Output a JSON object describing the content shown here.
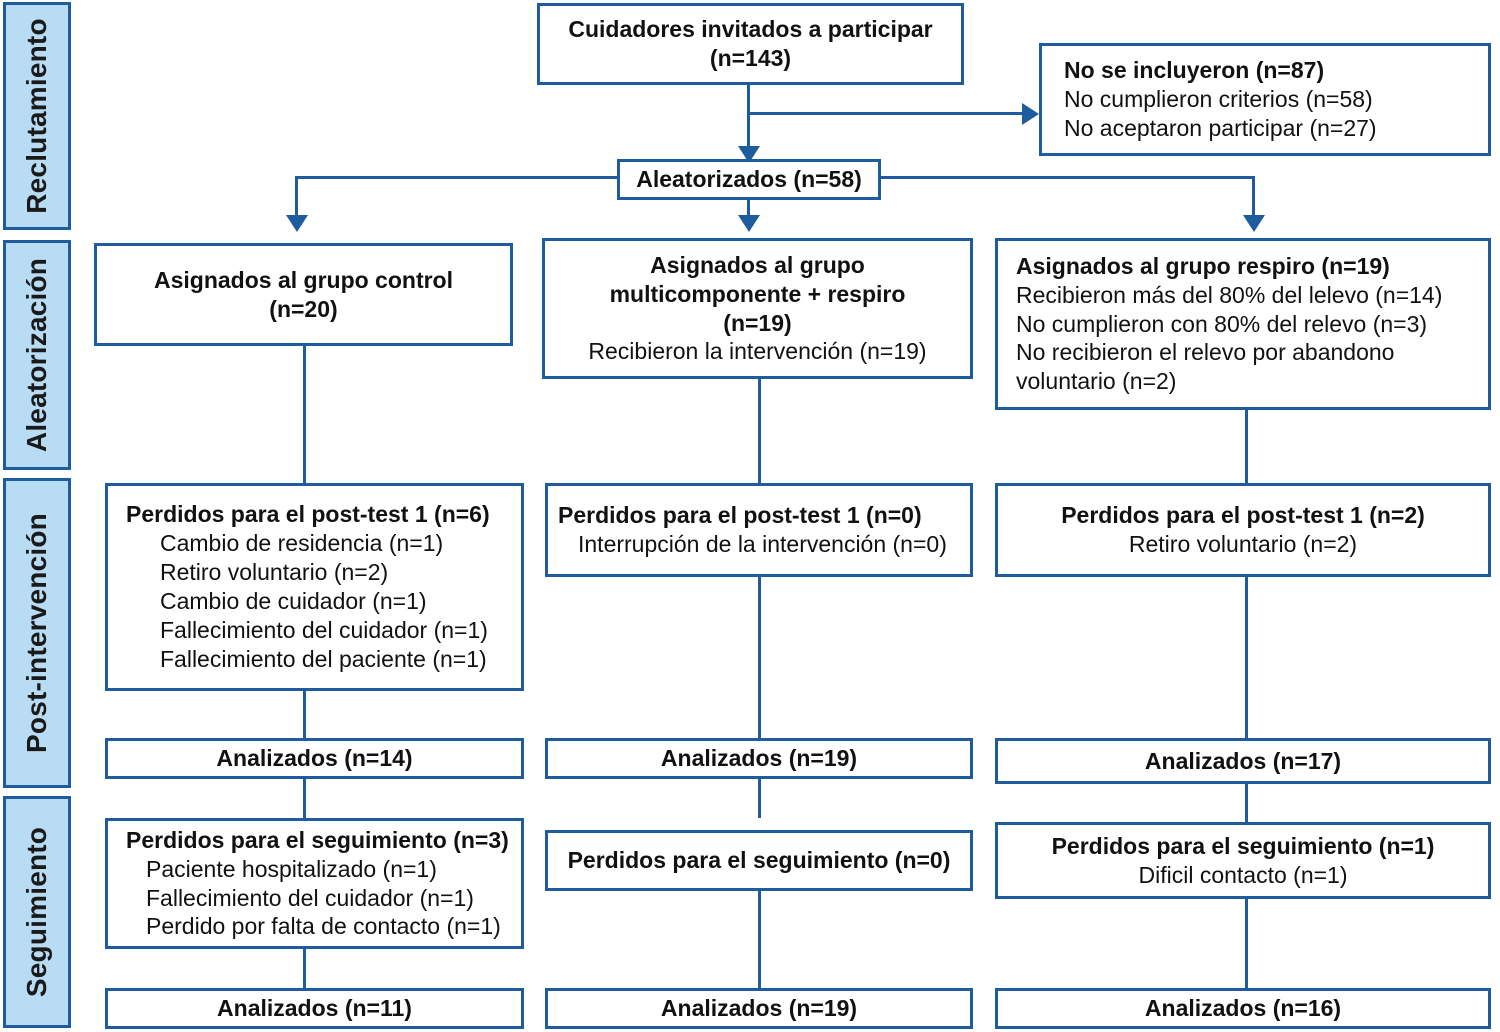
{
  "diagram": {
    "type": "consort-flow-diagram",
    "language": "es",
    "colors": {
      "border": "#1f5c9e",
      "stage_fill": "#b9dcf5",
      "text": "#111111",
      "background": "#ffffff"
    }
  },
  "stages": [
    {
      "id": "reclutamiento",
      "label": "Reclutamiento"
    },
    {
      "id": "aleatorizacion",
      "label": "Aleatorización"
    },
    {
      "id": "post_intervencion",
      "label": "Post-intervención"
    },
    {
      "id": "seguimiento",
      "label": "Seguimiento"
    }
  ],
  "boxes": {
    "invited": {
      "line1": "Cuidadores invitados a participar",
      "line2": "(n=143)"
    },
    "excluded": {
      "line1": "No se incluyeron (n=87)",
      "line2": "No cumplieron criterios (n=58)",
      "line3": "No aceptaron participar (n=27)"
    },
    "randomized": {
      "line1": "Aleatorizados (n=58)"
    },
    "alloc_control": {
      "line1": "Asignados al grupo control",
      "line2": "(n=20)"
    },
    "alloc_multi": {
      "line1": "Asignados al grupo",
      "line2": "multicomponente + respiro",
      "line3": "(n=19)",
      "line4": "Recibieron la intervención (n=19)"
    },
    "alloc_respiro": {
      "line1": "Asignados al grupo respiro (n=19)",
      "line2": "Recibieron más del 80% del lelevo  (n=14)",
      "line3": "No cumplieron con 80% del relevo (n=3)",
      "line4": "No recibieron el relevo por abandono",
      "line5": "voluntario (n=2)"
    },
    "lost_post_control": {
      "line1": "Perdidos para el post-test 1 (n=6)",
      "line2": "Cambio de residencia (n=1)",
      "line3": "Retiro voluntario (n=2)",
      "line4": "Cambio de cuidador (n=1)",
      "line5": "Fallecimiento del cuidador (n=1)",
      "line6": "Fallecimiento del paciente (n=1)"
    },
    "lost_post_multi": {
      "line1": "Perdidos para el post-test 1 (n=0)",
      "line2": "Interrupción de la intervención (n=0)"
    },
    "lost_post_respiro": {
      "line1": "Perdidos para el post-test 1 (n=2)",
      "line2": "Retiro voluntario (n=2)"
    },
    "analyzed_post_control": {
      "line1": "Analizados (n=14)"
    },
    "analyzed_post_multi": {
      "line1": "Analizados (n=19)"
    },
    "analyzed_post_respiro": {
      "line1": "Analizados (n=17)"
    },
    "lost_fu_control": {
      "line1": "Perdidos para el seguimiento (n=3)",
      "line2": "Paciente hospitalizado (n=1)",
      "line3": "Fallecimiento del cuidador (n=1)",
      "line4": "Perdido por falta de contacto (n=1)"
    },
    "lost_fu_multi": {
      "line1": "Perdidos para el seguimiento (n=0)"
    },
    "lost_fu_respiro": {
      "line1": "Perdidos para el seguimiento (n=1)",
      "line2": "Dificil contacto (n=1)"
    },
    "analyzed_fu_control": {
      "line1": "Analizados (n=11)"
    },
    "analyzed_fu_multi": {
      "line1": "Analizados (n=19)"
    },
    "analyzed_fu_respiro": {
      "line1": "Analizados (n=16)"
    }
  },
  "chart_data": {
    "type": "diagram",
    "title": "Diagrama de flujo CONSORT",
    "nodes": [
      {
        "id": "invited",
        "stage": "Reclutamiento",
        "label": "Cuidadores invitados a participar",
        "n": 143
      },
      {
        "id": "excluded",
        "stage": "Reclutamiento",
        "label": "No se incluyeron",
        "n": 87,
        "reasons": [
          {
            "label": "No cumplieron criterios",
            "n": 58
          },
          {
            "label": "No aceptaron participar",
            "n": 27
          }
        ]
      },
      {
        "id": "randomized",
        "stage": "Reclutamiento",
        "label": "Aleatorizados",
        "n": 58
      },
      {
        "id": "alloc_control",
        "stage": "Aleatorización",
        "label": "Asignados al grupo control",
        "n": 20
      },
      {
        "id": "alloc_multi",
        "stage": "Aleatorización",
        "label": "Asignados al grupo multicomponente + respiro",
        "n": 19,
        "detail": [
          {
            "label": "Recibieron la intervención",
            "n": 19
          }
        ]
      },
      {
        "id": "alloc_respiro",
        "stage": "Aleatorización",
        "label": "Asignados al grupo respiro",
        "n": 19,
        "detail": [
          {
            "label": "Recibieron más del 80% del lelevo",
            "n": 14
          },
          {
            "label": "No cumplieron con 80% del relevo",
            "n": 3
          },
          {
            "label": "No recibieron el relevo por abandono voluntario",
            "n": 2
          }
        ]
      },
      {
        "id": "lost_post_control",
        "stage": "Post-intervención",
        "label": "Perdidos para el post-test 1",
        "n": 6,
        "reasons": [
          {
            "label": "Cambio de residencia",
            "n": 1
          },
          {
            "label": "Retiro voluntario",
            "n": 2
          },
          {
            "label": "Cambio de cuidador",
            "n": 1
          },
          {
            "label": "Fallecimiento del cuidador",
            "n": 1
          },
          {
            "label": "Fallecimiento del paciente",
            "n": 1
          }
        ]
      },
      {
        "id": "lost_post_multi",
        "stage": "Post-intervención",
        "label": "Perdidos para el post-test 1",
        "n": 0,
        "reasons": [
          {
            "label": "Interrupción de la intervención",
            "n": 0
          }
        ]
      },
      {
        "id": "lost_post_respiro",
        "stage": "Post-intervención",
        "label": "Perdidos para el post-test 1",
        "n": 2,
        "reasons": [
          {
            "label": "Retiro voluntario",
            "n": 2
          }
        ]
      },
      {
        "id": "analyzed_post_control",
        "stage": "Post-intervención",
        "label": "Analizados",
        "n": 14
      },
      {
        "id": "analyzed_post_multi",
        "stage": "Post-intervención",
        "label": "Analizados",
        "n": 19
      },
      {
        "id": "analyzed_post_respiro",
        "stage": "Post-intervención",
        "label": "Analizados",
        "n": 17
      },
      {
        "id": "lost_fu_control",
        "stage": "Seguimiento",
        "label": "Perdidos para el seguimiento",
        "n": 3,
        "reasons": [
          {
            "label": "Paciente hospitalizado",
            "n": 1
          },
          {
            "label": "Fallecimiento del cuidador",
            "n": 1
          },
          {
            "label": "Perdido por falta de contacto",
            "n": 1
          }
        ]
      },
      {
        "id": "lost_fu_multi",
        "stage": "Seguimiento",
        "label": "Perdidos para el seguimiento",
        "n": 0
      },
      {
        "id": "lost_fu_respiro",
        "stage": "Seguimiento",
        "label": "Perdidos para el seguimiento",
        "n": 1,
        "reasons": [
          {
            "label": "Dificil contacto",
            "n": 1
          }
        ]
      },
      {
        "id": "analyzed_fu_control",
        "stage": "Seguimiento",
        "label": "Analizados",
        "n": 11
      },
      {
        "id": "analyzed_fu_multi",
        "stage": "Seguimiento",
        "label": "Analizados",
        "n": 19
      },
      {
        "id": "analyzed_fu_respiro",
        "stage": "Seguimiento",
        "label": "Analizados",
        "n": 16
      }
    ],
    "edges": [
      {
        "from": "invited",
        "to": "excluded"
      },
      {
        "from": "invited",
        "to": "randomized"
      },
      {
        "from": "randomized",
        "to": "alloc_control"
      },
      {
        "from": "randomized",
        "to": "alloc_multi"
      },
      {
        "from": "randomized",
        "to": "alloc_respiro"
      },
      {
        "from": "alloc_control",
        "to": "lost_post_control"
      },
      {
        "from": "alloc_multi",
        "to": "lost_post_multi"
      },
      {
        "from": "alloc_respiro",
        "to": "lost_post_respiro"
      },
      {
        "from": "lost_post_control",
        "to": "analyzed_post_control"
      },
      {
        "from": "lost_post_multi",
        "to": "analyzed_post_multi"
      },
      {
        "from": "lost_post_respiro",
        "to": "analyzed_post_respiro"
      },
      {
        "from": "analyzed_post_control",
        "to": "lost_fu_control"
      },
      {
        "from": "analyzed_post_multi",
        "to": "lost_fu_multi"
      },
      {
        "from": "analyzed_post_respiro",
        "to": "lost_fu_respiro"
      },
      {
        "from": "lost_fu_control",
        "to": "analyzed_fu_control"
      },
      {
        "from": "lost_fu_multi",
        "to": "analyzed_fu_multi"
      },
      {
        "from": "lost_fu_respiro",
        "to": "analyzed_fu_respiro"
      }
    ]
  }
}
